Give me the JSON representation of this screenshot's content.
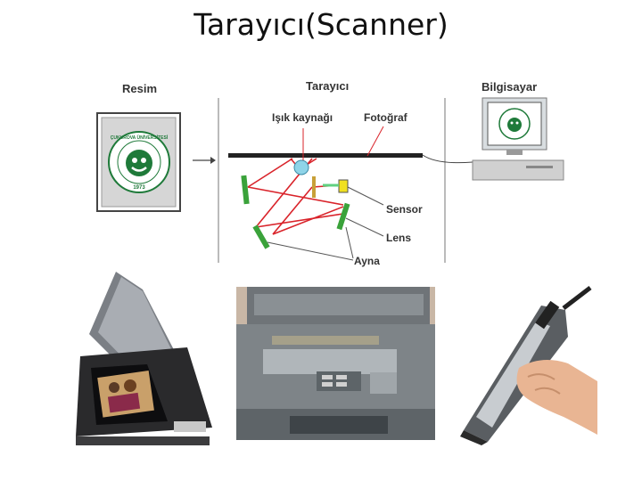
{
  "slide": {
    "title": "Tarayıcı(Scanner)"
  },
  "diagram": {
    "resim": "Resim",
    "tarayici": "Tarayıcı",
    "bilgisayar": "Bilgisayar",
    "isik_kaynagi": "Işık kaynağı",
    "fotograf": "Fotoğraf",
    "sensor": "Sensor",
    "lens": "Lens",
    "ayna": "Ayna",
    "logo_text": "ÇUKUROVA ÜNİVERSİTESİ",
    "logo_year": "1973"
  },
  "colors": {
    "logo_green": "#1f7a3a",
    "beam_red": "#d9232a",
    "mirror_green": "#3aa23a",
    "light_cyan": "#8fd4e8"
  },
  "photos": {
    "flatbed_scanner": "flatbed-scanner-photo",
    "printer_scanner": "printer-scanner-photo",
    "pen_scanner": "pen-scanner-photo"
  }
}
